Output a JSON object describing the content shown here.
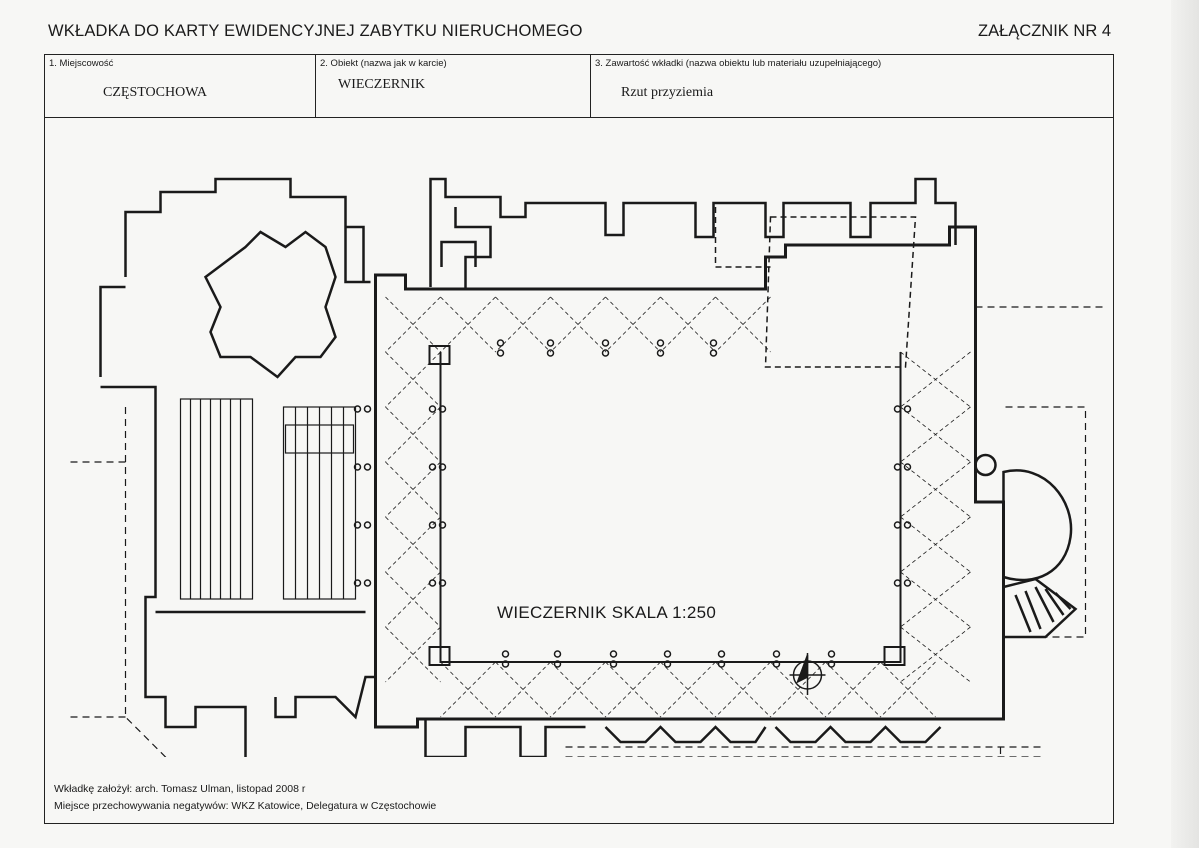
{
  "document": {
    "title": "WKŁADKA DO KARTY EWIDENCYJNEJ ZABYTKU NIERUCHOMEGO",
    "annex": "ZAŁĄCZNIK NR 4"
  },
  "fields": [
    {
      "label": "1. Miejscowość",
      "value": "CZĘSTOCHOWA"
    },
    {
      "label": "2. Obiekt (nazwa jak w karcie)",
      "value": "WIECZERNIK"
    },
    {
      "label": "3. Zawartość wkładki (nazwa obiektu lub materiału uzupełniającego)",
      "value": "Rzut przyziemia"
    }
  ],
  "plan": {
    "caption": "WIECZERNIK  SKALA 1:250",
    "north_arrow_icon": "north-arrow-icon"
  },
  "footer": {
    "author_line": "Wkładkę założył: arch. Tomasz Ulman, listopad 2008 r",
    "storage_line": "Miejsce przechowywania negatywów: WKZ Katowice, Delegatura w Częstochowie"
  },
  "colors": {
    "ink": "#1a1a1a",
    "paper": "#f7f7f5"
  }
}
